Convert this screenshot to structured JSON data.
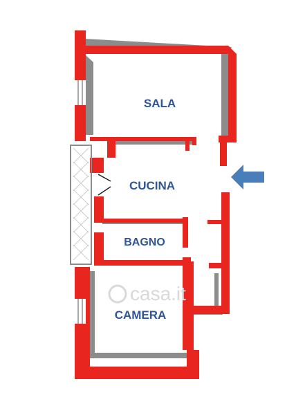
{
  "plan": {
    "rooms": [
      {
        "id": "sala",
        "label": "SALA"
      },
      {
        "id": "cucina",
        "label": "CUCINA"
      },
      {
        "id": "bagno",
        "label": "BAGNO"
      },
      {
        "id": "camera",
        "label": "CAMERA"
      }
    ],
    "entrance_arrow": {
      "color": "#4a7ebb",
      "direction": "left"
    },
    "watermark": {
      "text": "casa.it"
    },
    "colors": {
      "wall": "#e8261f",
      "wall_shadow": "#8c8c8c",
      "background": "#ffffff",
      "label": "#2f5597"
    }
  }
}
